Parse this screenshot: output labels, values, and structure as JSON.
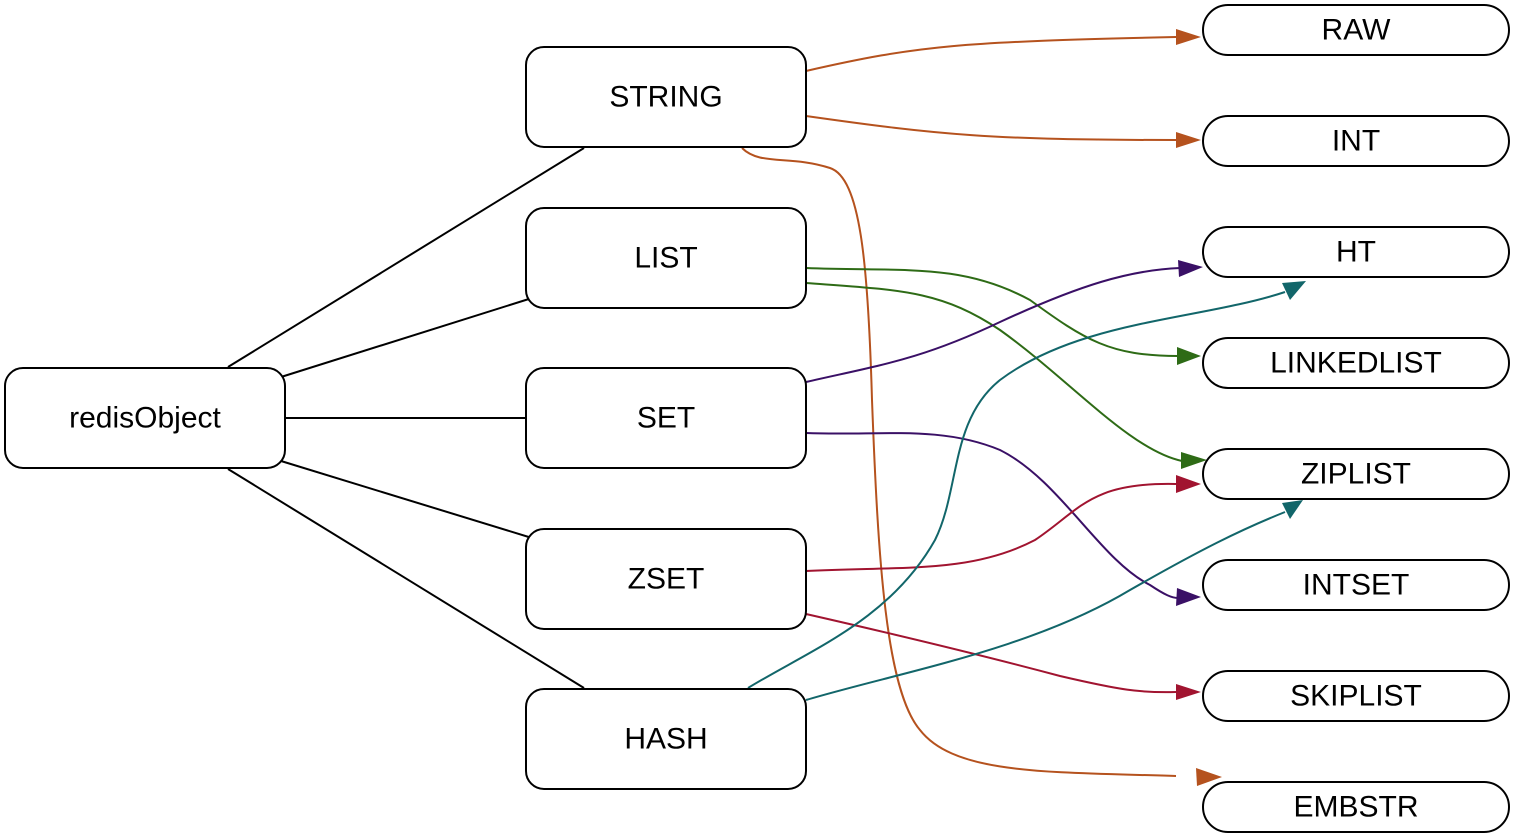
{
  "nodes": {
    "root": {
      "label": "redisObject"
    },
    "string": {
      "label": "STRING"
    },
    "list": {
      "label": "LIST"
    },
    "set": {
      "label": "SET"
    },
    "zset": {
      "label": "ZSET"
    },
    "hash": {
      "label": "HASH"
    },
    "raw": {
      "label": "RAW"
    },
    "int": {
      "label": "INT"
    },
    "ht": {
      "label": "HT"
    },
    "linkedlist": {
      "label": "LINKEDLIST"
    },
    "ziplist": {
      "label": "ZIPLIST"
    },
    "intset": {
      "label": "INTSET"
    },
    "skiplist": {
      "label": "SKIPLIST"
    },
    "embstr": {
      "label": "EMBSTR"
    }
  },
  "edge_colors": {
    "structure": "#000000",
    "string": "#b5521e",
    "list": "#2e6b16",
    "set": "#3a1066",
    "zset": "#a11430",
    "hash": "#12666a"
  },
  "edges": [
    {
      "from": "root",
      "to": "string"
    },
    {
      "from": "root",
      "to": "list"
    },
    {
      "from": "root",
      "to": "set"
    },
    {
      "from": "root",
      "to": "zset"
    },
    {
      "from": "root",
      "to": "hash"
    },
    {
      "from": "string",
      "to": "raw"
    },
    {
      "from": "string",
      "to": "int"
    },
    {
      "from": "string",
      "to": "embstr"
    },
    {
      "from": "list",
      "to": "linkedlist"
    },
    {
      "from": "list",
      "to": "ziplist"
    },
    {
      "from": "set",
      "to": "ht"
    },
    {
      "from": "set",
      "to": "intset"
    },
    {
      "from": "zset",
      "to": "ziplist"
    },
    {
      "from": "zset",
      "to": "skiplist"
    },
    {
      "from": "hash",
      "to": "ht"
    },
    {
      "from": "hash",
      "to": "ziplist"
    }
  ]
}
